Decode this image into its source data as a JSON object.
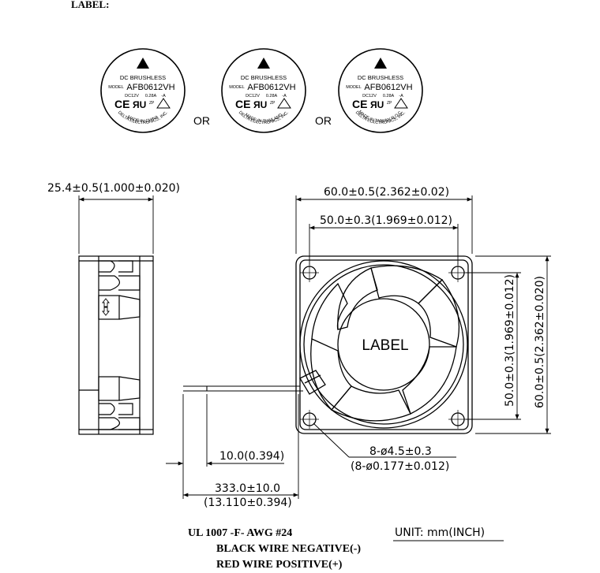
{
  "heading": "LABEL:",
  "labels": [
    {
      "brand_line": "DC BRUSHLESS",
      "model_prefix": "MODEL",
      "model": "AFB0612VH",
      "rating_left": "DC12V",
      "rating_mid": "0.28A",
      "rating_right": "-A",
      "maker": "DELTA ELECTRONICS, INC.",
      "origin": "MADE IN CHINA"
    },
    {
      "brand_line": "DC BRUSHLESS",
      "model_prefix": "MODEL",
      "model": "AFB0612VH",
      "rating_left": "DC12V",
      "rating_mid": "0.28A",
      "rating_right": "-A",
      "maker": "DELTA ELECTRONICS, INC.",
      "origin": "MADE IN THAILAND"
    },
    {
      "brand_line": "DC BRUSHLESS",
      "model_prefix": "MODEL",
      "model": "AFB0612VH",
      "rating_left": "DC12V",
      "rating_mid": "0.28A",
      "rating_right": "-A",
      "maker": "DELTA ELECTRONICS, INC.",
      "origin": "MADE IN TAIWAN R.O.C."
    }
  ],
  "or_text": "OR",
  "dimensions": {
    "depth": "25.4±0.5(1.000±0.020)",
    "width_outer": "60.0±0.5(2.362±0.02)",
    "width_holes": "50.0±0.3(1.969±0.012)",
    "height_holes": "50.0±0.3(1.969±0.012)",
    "height_outer": "60.0±0.5(2.362±0.020)",
    "hole_line1": "8-ø4.5±0.3",
    "hole_line2": "(8-ø0.177±0.012)",
    "strip": "10.0(0.394)",
    "lead_line1": "333.0±10.0",
    "lead_line2": "(13.110±0.394)"
  },
  "hub_label": "LABEL",
  "wire_notes": {
    "line1": "UL 1007 -F- AWG #24",
    "line2": "BLACK WIRE NEGATIVE(-)",
    "line3": "RED WIRE POSITIVE(+)"
  },
  "unit": "UNIT:  mm(INCH)"
}
